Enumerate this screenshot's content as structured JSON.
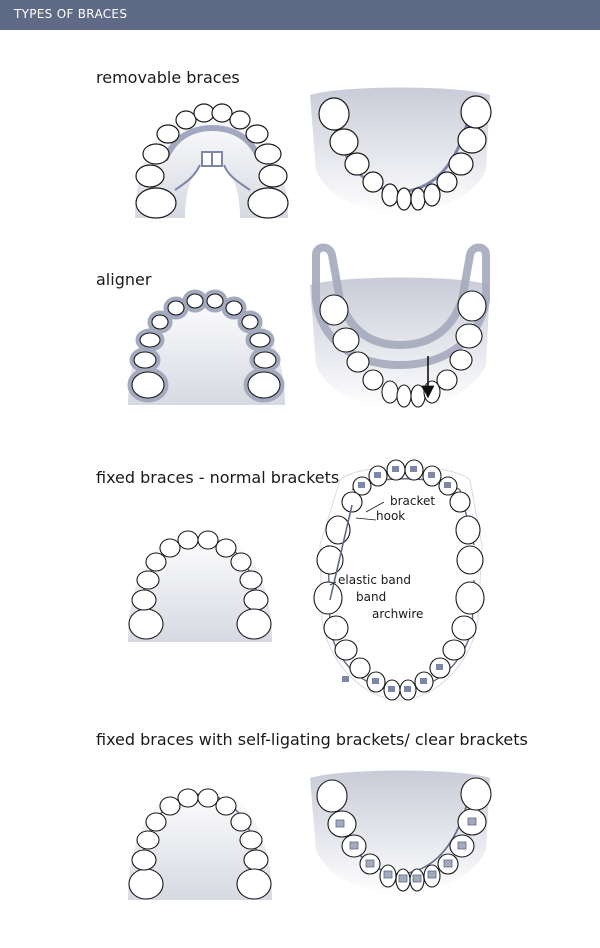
{
  "header": {
    "title": "TYPES OF BRACES"
  },
  "sections": [
    {
      "title": "removable braces"
    },
    {
      "title": "aligner"
    },
    {
      "title": "fixed braces - normal brackets"
    },
    {
      "title": "fixed braces with self-ligating brackets/ clear brackets"
    }
  ],
  "labels": {
    "bracket": "bracket",
    "hook": "hook",
    "elastic_band": "elastic band",
    "band": "band",
    "archwire": "archwire"
  },
  "colors": {
    "header_bg": "#5f6b86",
    "metal": "#7d86a6",
    "aligner": "#a4aabd",
    "shade": "#d9dbe3"
  }
}
